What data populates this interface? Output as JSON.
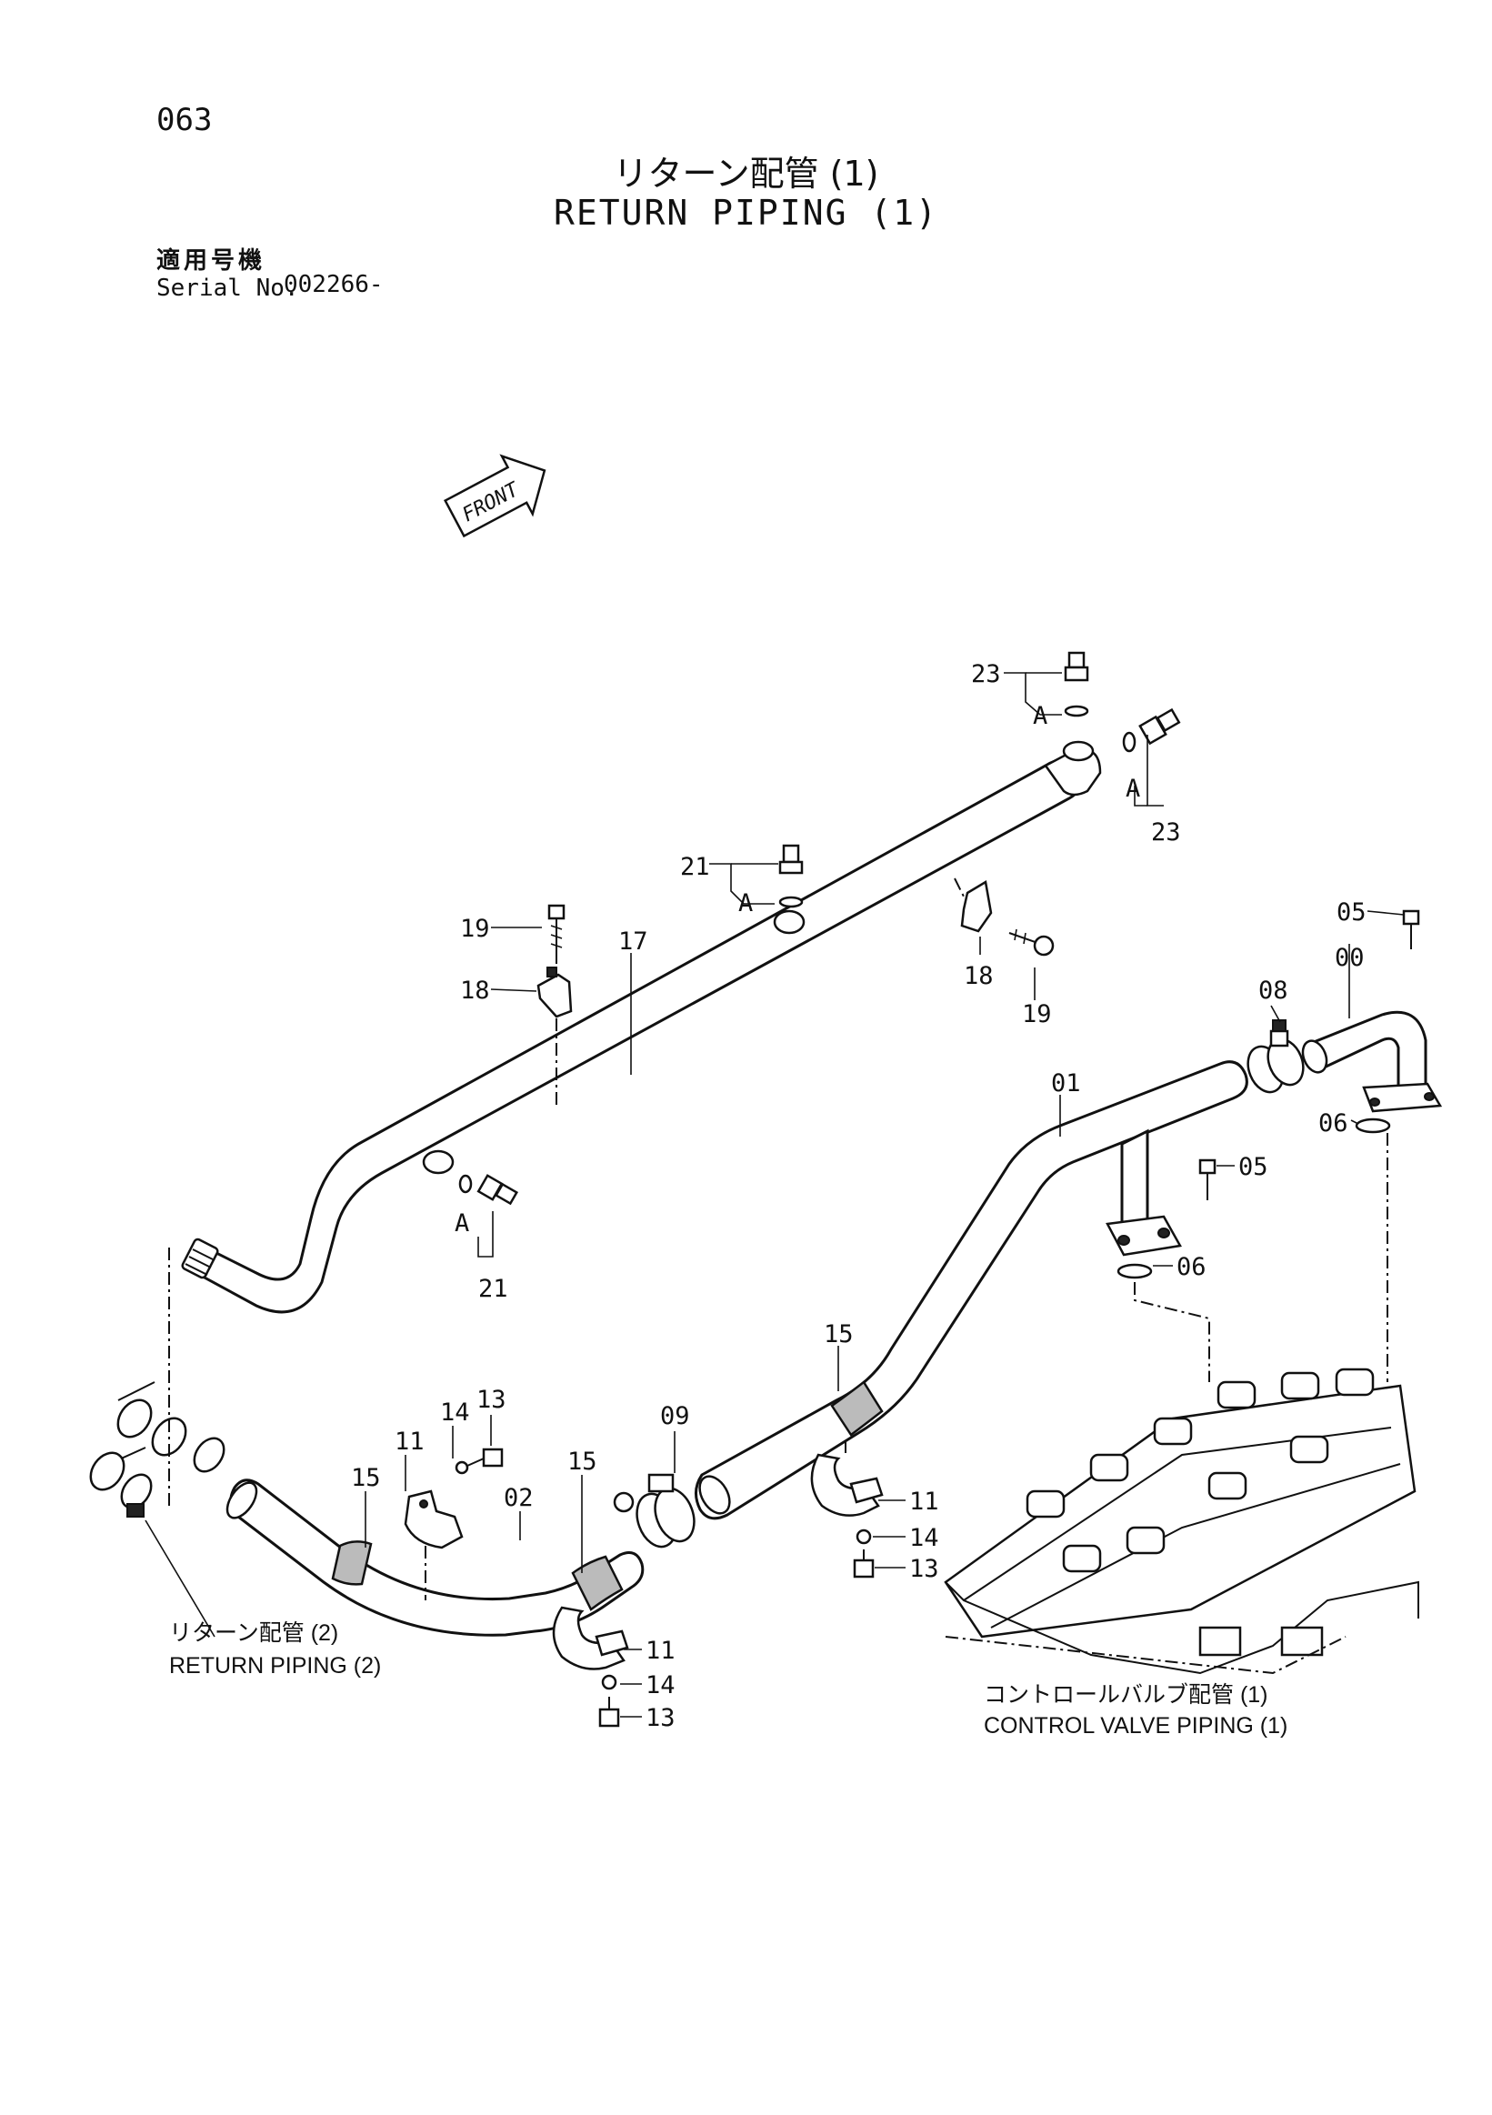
{
  "header": {
    "page_number": "063",
    "title_ja": "リターン配管 (1)",
    "title_en": "RETURN PIPING (1)",
    "serial_label_ja": "適用号機",
    "serial_label_en": "Serial No.",
    "serial_value": "002266-"
  },
  "front_marker": "FRONT",
  "callouts": {
    "p00": "00",
    "p01": "01",
    "p02": "02",
    "p05a": "05",
    "p05b": "05",
    "p06a": "06",
    "p06b": "06",
    "p08": "08",
    "p09": "09",
    "p11a": "11",
    "p11b": "11",
    "p11c": "11",
    "p13a": "13",
    "p13b": "13",
    "p13c": "13",
    "p14a": "14",
    "p14b": "14",
    "p14c": "14",
    "p15a": "15",
    "p15b": "15",
    "p15c": "15",
    "p17": "17",
    "p18a": "18",
    "p18b": "18",
    "p19a": "19",
    "p19b": "19",
    "p21a": "21",
    "p21b": "21",
    "p23a": "23",
    "p23b": "23",
    "a1": "A",
    "a2": "A",
    "a3": "A",
    "a4": "A"
  },
  "references": {
    "return_piping_2_ja": "リターン配管 (2)",
    "return_piping_2_en": "RETURN PIPING (2)",
    "control_valve_ja": "コントロールバルブ配管 (1)",
    "control_valve_en": "CONTROL VALVE PIPING (1)"
  }
}
